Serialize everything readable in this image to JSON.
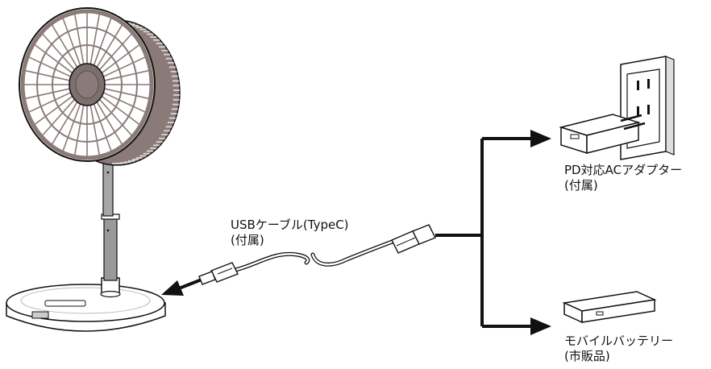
{
  "labels": {
    "cable_line1": "USBケーブル(TypeC)",
    "cable_line2": "(付属)",
    "adapter_line1": "PD対応ACアダプター",
    "adapter_line2": "(付属)",
    "battery_line1": "モバイルバッテリー",
    "battery_line2": "(市販品)"
  },
  "colors": {
    "fan_ring": "#8a7a78",
    "fan_hub": "#7d6f6e",
    "stroke": "#111111",
    "base_fill": "#ffffff"
  }
}
